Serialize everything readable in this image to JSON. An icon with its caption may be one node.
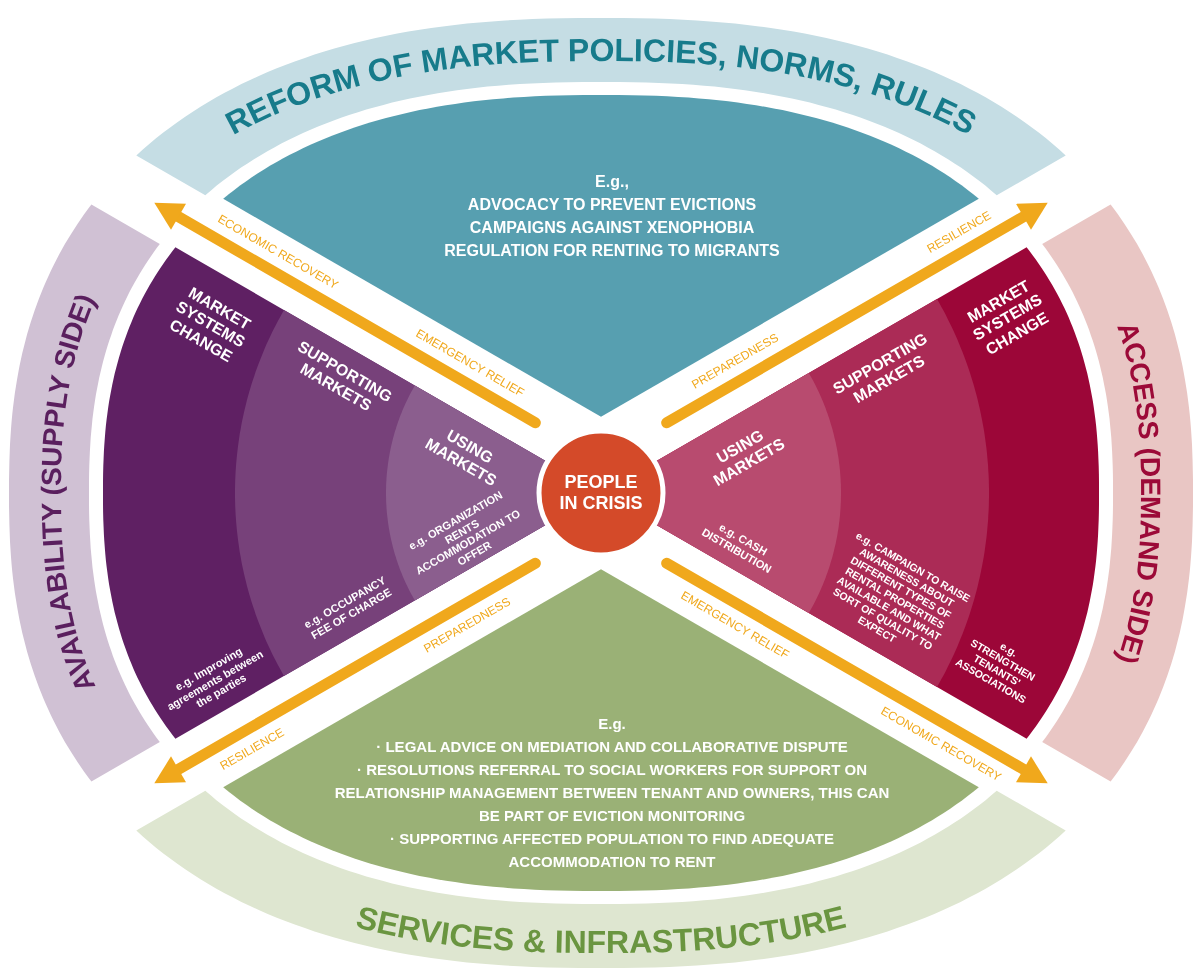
{
  "diagram": {
    "nodes": [
      {
        "text": [
          "REFORM OF MARKET POLICIES, NORMS, RULES"
        ]
      },
      {
        "text": [
          "E.g.,",
          "ADVOCACY TO PREVENT EVICTIONS",
          "CAMPAIGNS AGAINST XENOPHOBIA",
          "REGULATION FOR RENTING TO MIGRANTS"
        ]
      },
      {
        "text": [
          "AVAILABILITY (SUPPLY SIDE)"
        ]
      },
      {
        "text": [
          "MARKET SYSTEMS CHANGE",
          "e.g. Improving agreements between the parties"
        ]
      },
      {
        "text": [
          "SUPPORTING MARKETS",
          "e.g. OCCUPANCY FEE OF CHARGE"
        ],
        "in": 3
      },
      {
        "text": [
          "USING MARKETS",
          "e.g. ORGANIZATION RENTS ACCOMMODATION TO OFFER"
        ],
        "in": 4
      },
      {
        "text": [
          "PEOPLE IN CRISIS"
        ]
      },
      {
        "text": [
          "USING MARKETS",
          "e.g. CASH DISTRIBUTION"
        ],
        "in": 8
      },
      {
        "text": [
          "SUPPORTING MARKETS",
          "e.g. CAMPAIGN TO RAISE AWARENESS ABOUT DIFFERENT TYPES OF RENTAL PROPERTIES AVAILABLE AND WHAT SORT OF QUALITY TO EXPECT"
        ],
        "in": 9
      },
      {
        "text": [
          "MARKET SYSTEMS CHANGE",
          "e.g. STRENGTHEN TENANTS' ASSOCIATIONS"
        ]
      },
      {
        "text": [
          "ACCESS (DEMAND SIDE)"
        ]
      },
      {
        "text": [
          "E.g.",
          "· LEGAL ADVICE ON MEDIATION AND COLLABORATIVE DISPUTE",
          "· RESOLUTIONS REFERRAL TO SOCIAL WORKERS FOR SUPPORT ON RELATIONSHIP MANAGEMENT BETWEEN TENANT AND OWNERS, THIS CAN BE PART OF EVICTION MONITORING",
          "· SUPPORTING AFFECTED POPULATION TO FIND ADEQUATE ACCOMMODATION TO RENT"
        ]
      },
      {
        "text": [
          "SERVICES & INFRASTRUCTURE"
        ]
      }
    ],
    "labels": [
      "ECONOMIC RECOVERY",
      "RESILIENCE",
      "EMERGENCY RELIEF",
      "PREPAREDNESS",
      "PREPAREDNESS",
      "EMERGENCY RELIEF",
      "RESILIENCE",
      "ECONOMIC RECOVERY"
    ]
  }
}
